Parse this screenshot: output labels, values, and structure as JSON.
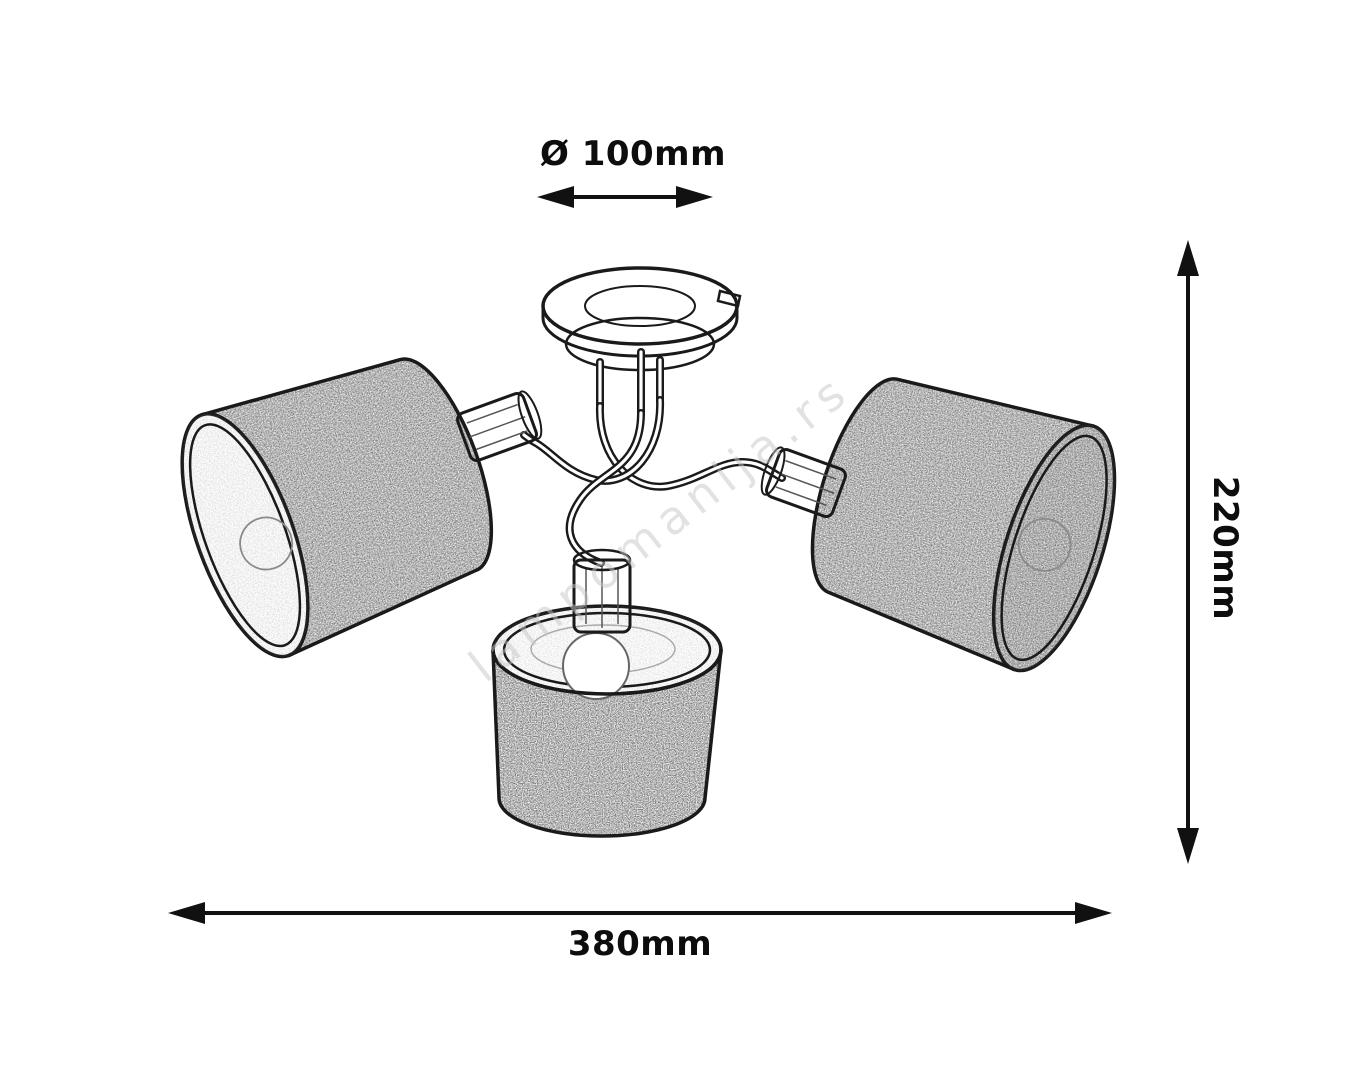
{
  "diagram": {
    "labels": {
      "diameter": "Ø 100mm",
      "height": "220mm",
      "width": "380mm"
    },
    "watermark": "lampomanija.rs",
    "colors": {
      "line": "#1a1a1a",
      "dimension": "#111111",
      "background": "#ffffff",
      "watermark": "#c6c6c6"
    }
  }
}
